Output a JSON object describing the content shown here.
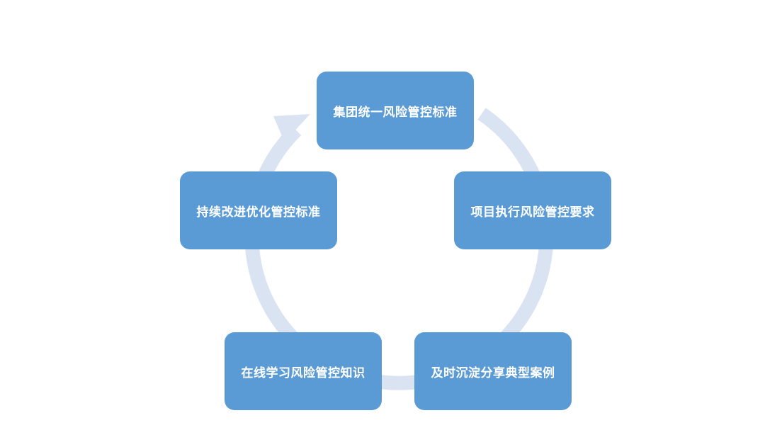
{
  "diagram": {
    "type": "cycle",
    "colors": {
      "node_fill": "#5b9bd5",
      "node_text": "#ffffff",
      "ring": "#d9e3f1"
    },
    "nodes": [
      {
        "label": "集团统一风险管控标准"
      },
      {
        "label": "项目执行风险管控要求"
      },
      {
        "label": "及时沉淀分享典型案例"
      },
      {
        "label": "在线学习风险管控知识"
      },
      {
        "label": "持续改进优化管控标准"
      }
    ]
  }
}
